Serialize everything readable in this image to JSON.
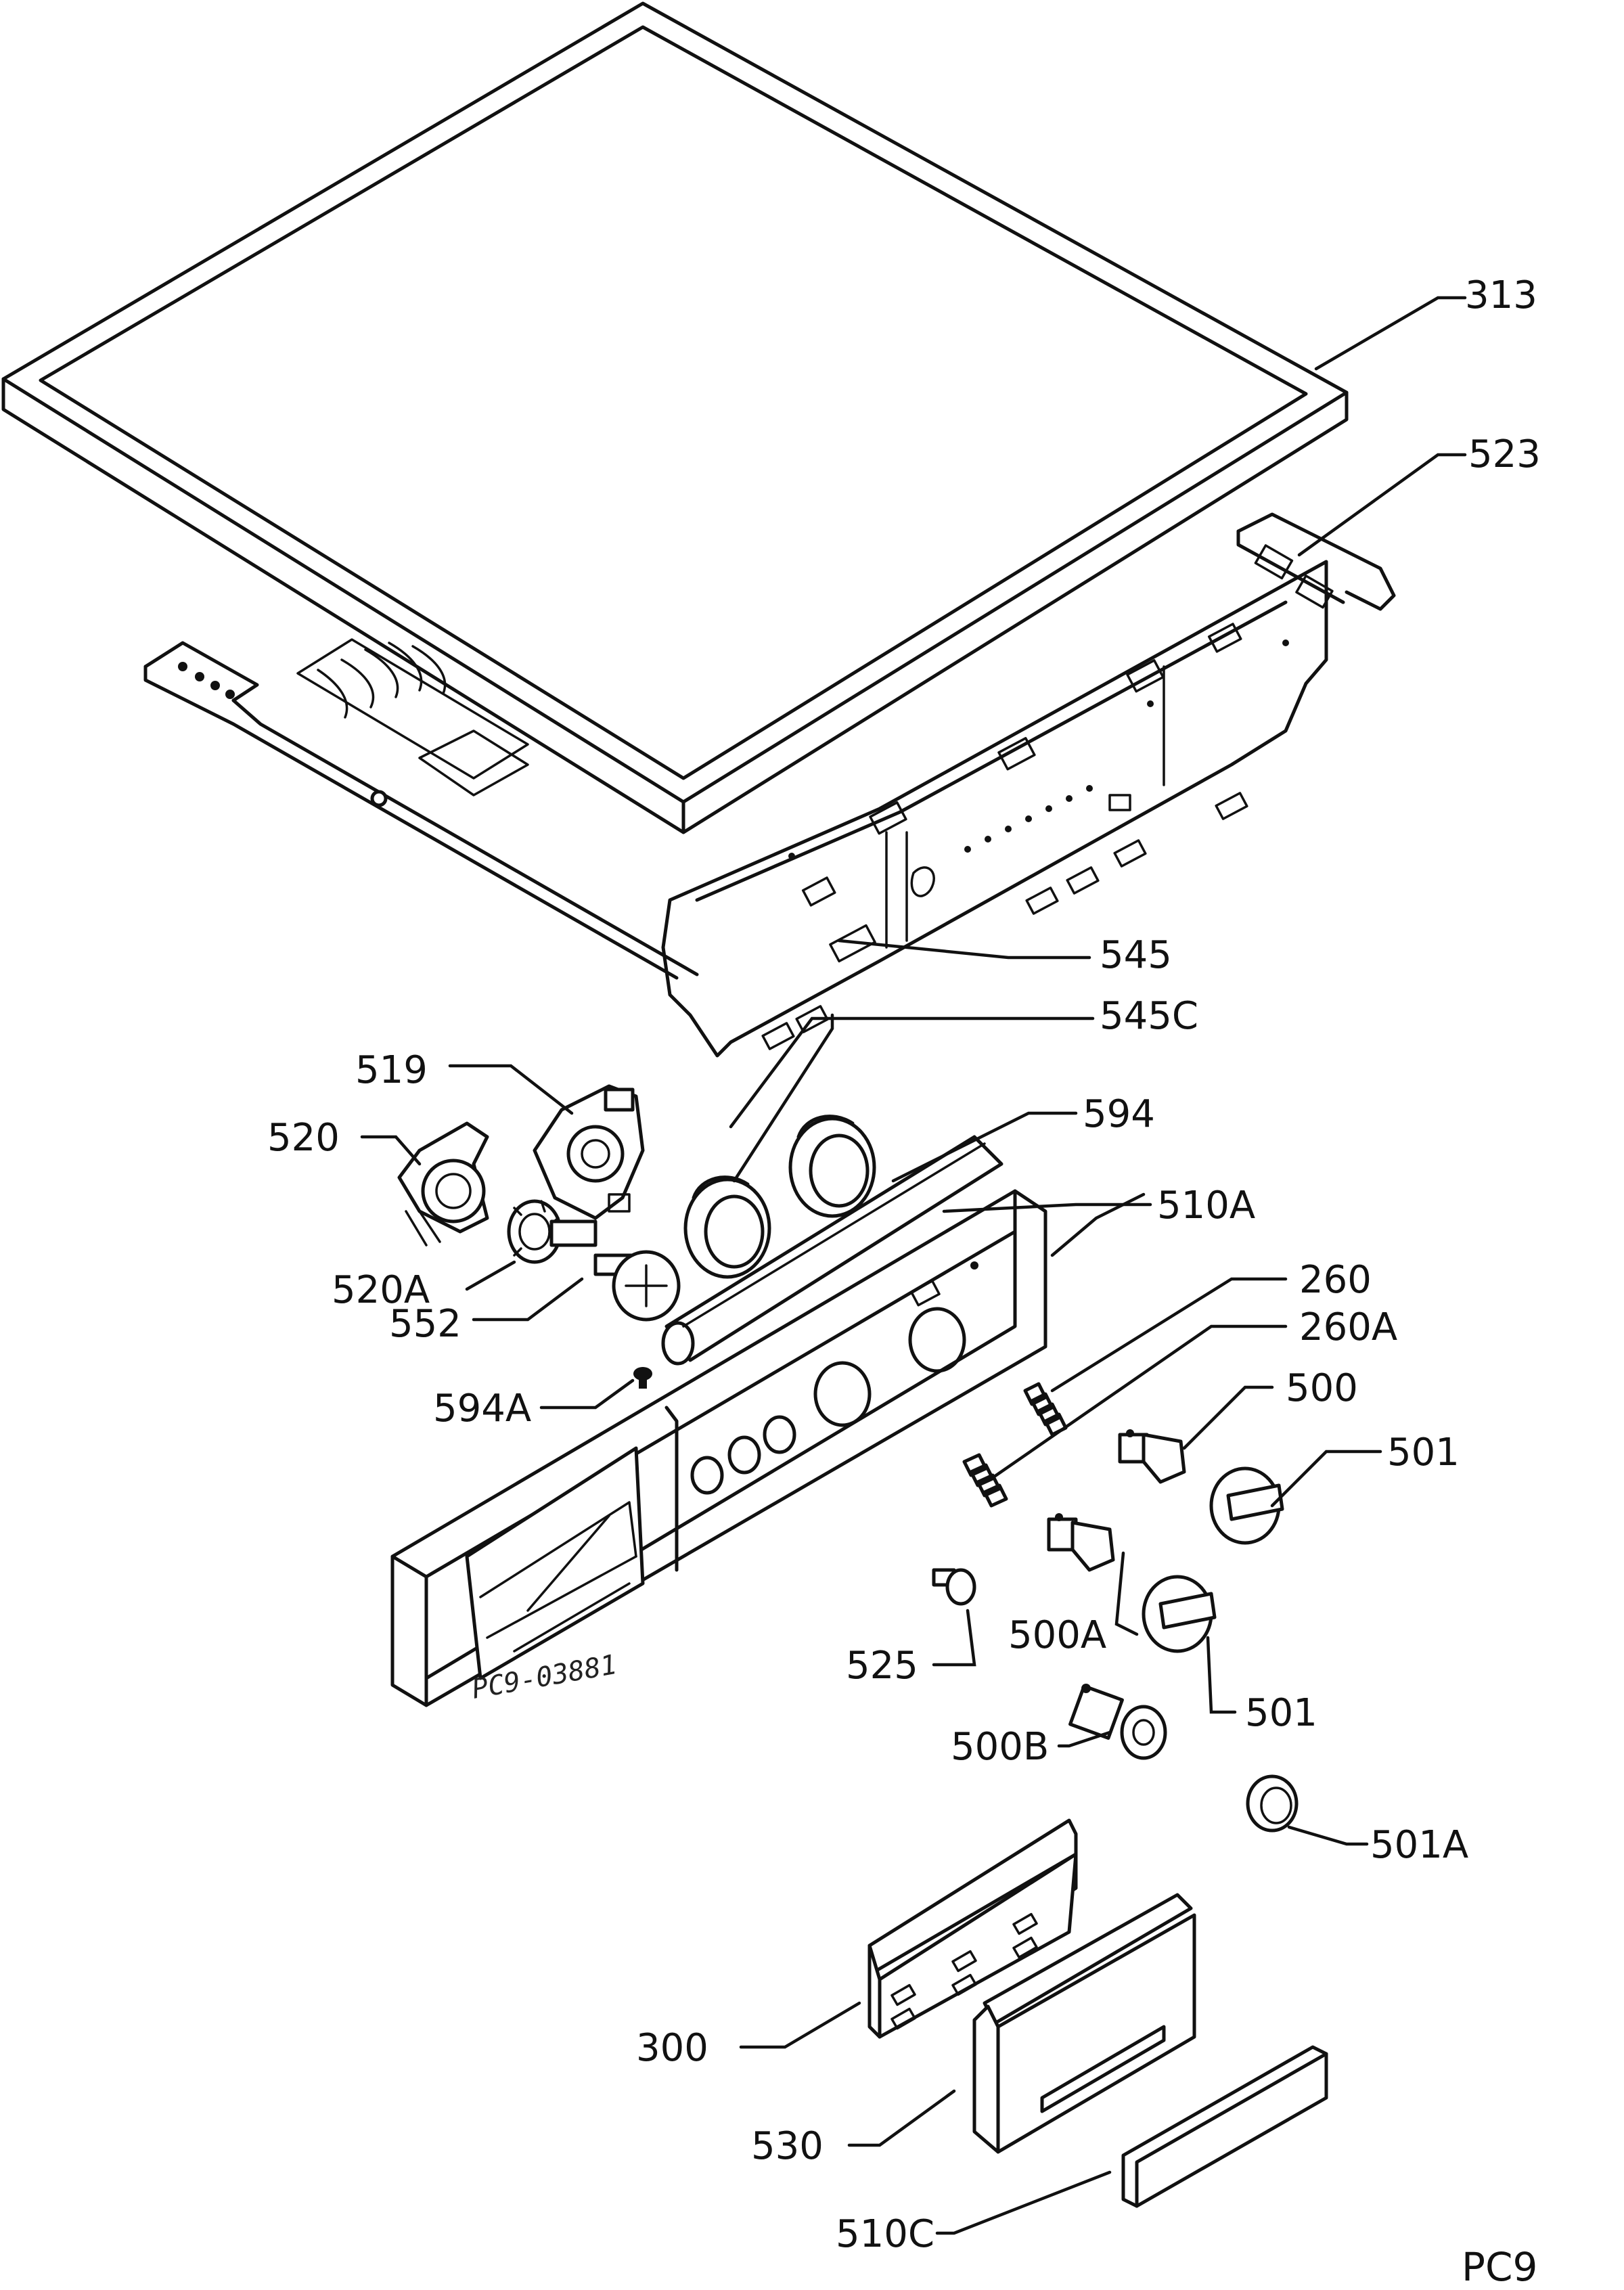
{
  "labels": {
    "l313": "313",
    "l523": "523",
    "l545": "545",
    "l545c": "545C",
    "l519": "519",
    "l520": "520",
    "l594": "594",
    "l510a": "510A",
    "l520a": "520A",
    "l552": "552",
    "l260": "260",
    "l260a": "260A",
    "l500": "500",
    "l594a": "594A",
    "l501_top": "501",
    "l525": "525",
    "l500a": "500A",
    "l501_bottom": "501",
    "l500b": "500B",
    "l501a": "501A",
    "l300": "300",
    "l530": "530",
    "l510c": "510C"
  },
  "drawing_code": "PC9-03881",
  "page_code": "PC9"
}
